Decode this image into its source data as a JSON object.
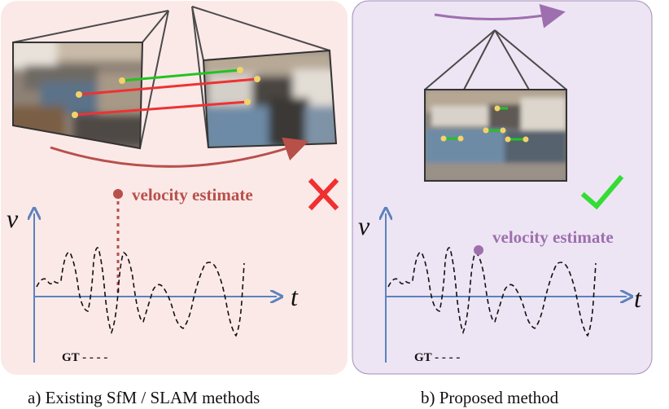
{
  "colors": {
    "left_panel_bg": "#fbe9e8",
    "right_panel_bg": "#ede5f3",
    "left_accent": "#b8504a",
    "right_accent": "#9e6fae",
    "axis": "#5b82bd",
    "good_match": "#22c322",
    "bad_match": "#ee3232",
    "keypoint": "#f2d36b",
    "cross": "#f03030",
    "check": "#33dd33"
  },
  "left": {
    "velocity_label": "velocity estimate",
    "v_axis": "v",
    "t_axis": "t",
    "gt_legend": "GT - - - -",
    "caption": "a) Existing SfM / SLAM methods",
    "result_icon": "cross-icon"
  },
  "right": {
    "velocity_label": "velocity estimate",
    "v_axis": "v",
    "t_axis": "t",
    "gt_legend": "GT - - - -",
    "caption": "b) Proposed method",
    "result_icon": "check-icon"
  }
}
